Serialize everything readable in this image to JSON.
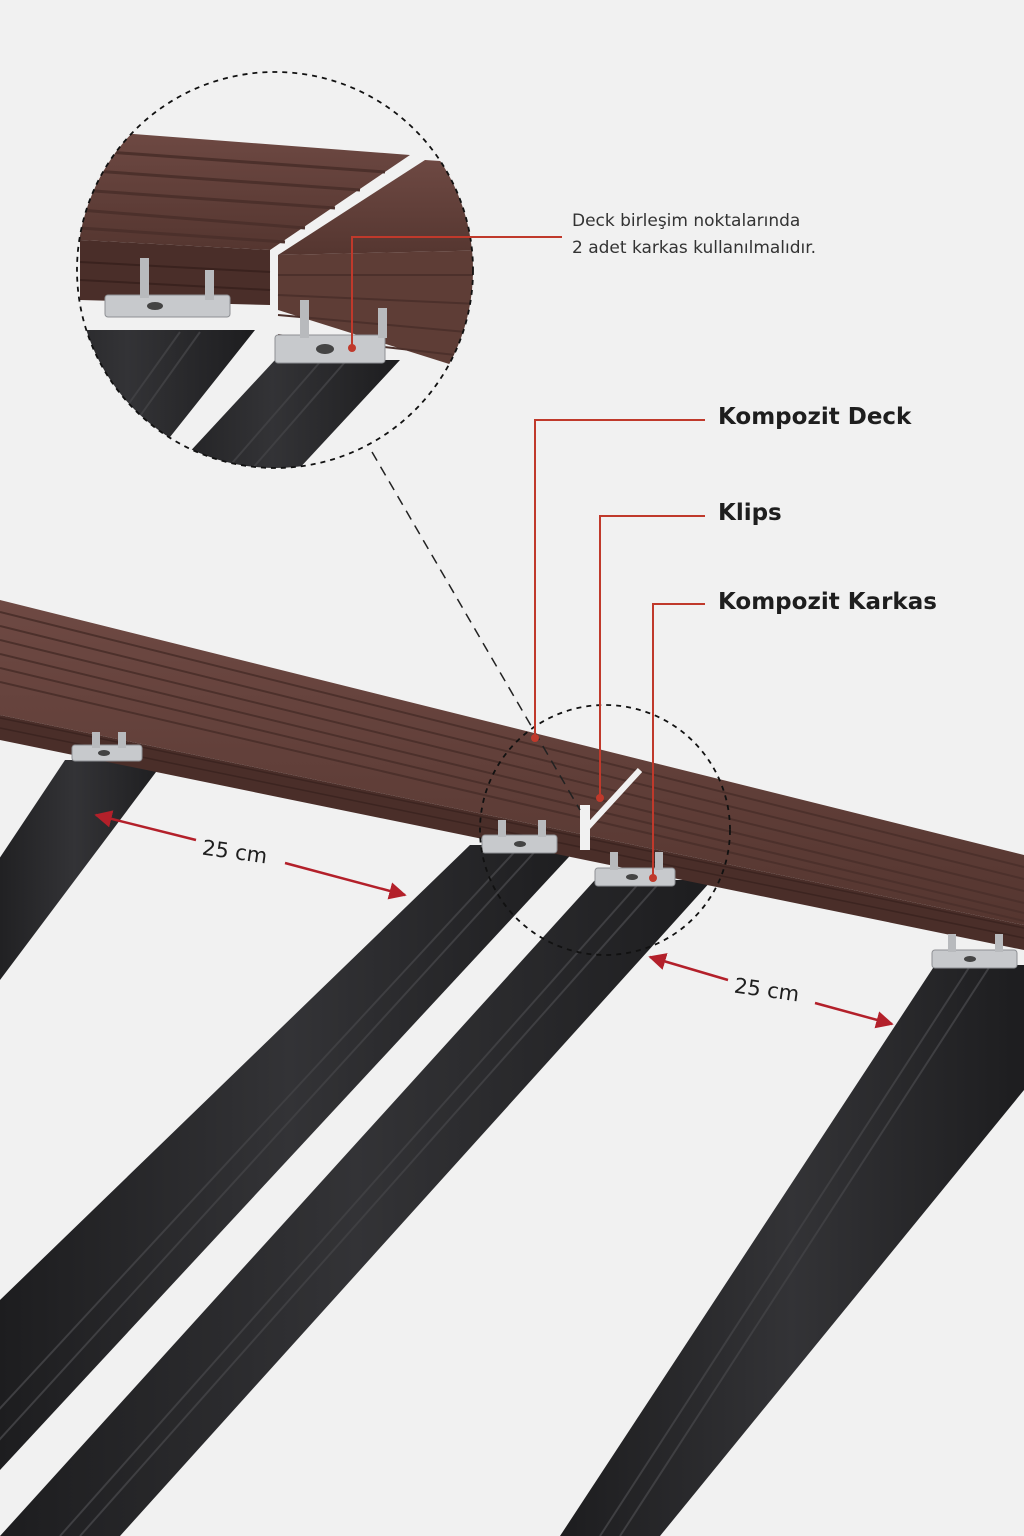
{
  "callouts": {
    "deck": "Kompozit Deck",
    "clip": "Klips",
    "frame": "Kompozit Karkas"
  },
  "detail_note": {
    "line1": "Deck birleşim noktalarında",
    "line2": "2 adet karkas kullanılmalıdır."
  },
  "dimensions": {
    "left": "25 cm",
    "right": "25 cm"
  },
  "colors": {
    "background": "#f1f1f1",
    "deck_board": "#5e3d36",
    "joist": "#2b2b2d",
    "clip_metal": "#c7c9cc",
    "callout_line": "#c0392b"
  }
}
